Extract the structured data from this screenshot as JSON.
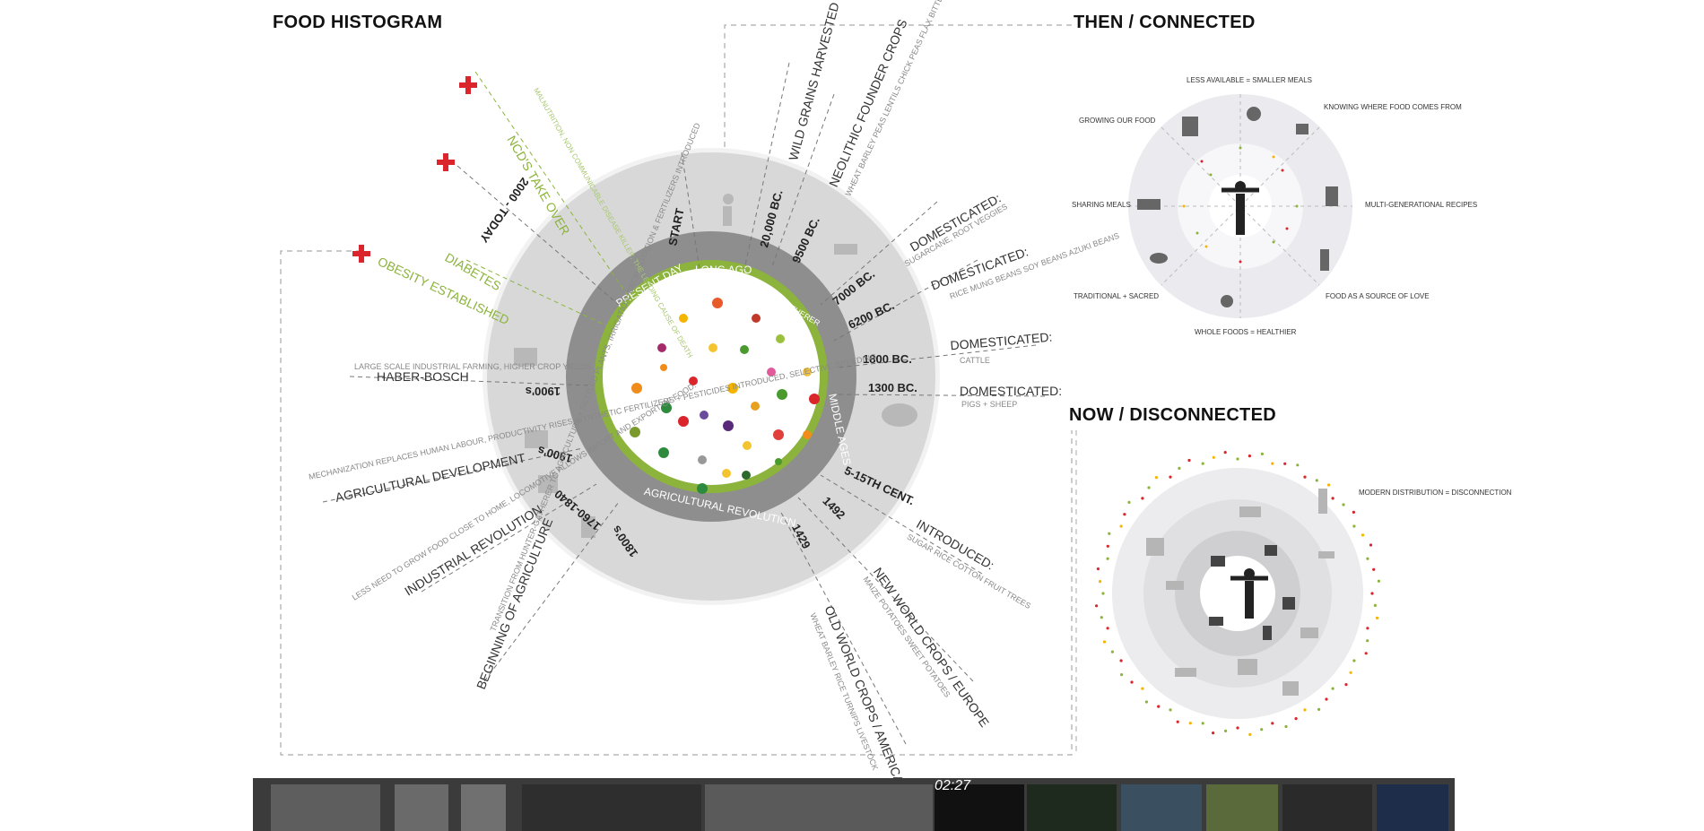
{
  "titles": {
    "histogram": "FOOD HISTOGRAM",
    "then": "THEN / CONNECTED",
    "now": "NOW / DISCONNECTED"
  },
  "ring_labels": {
    "present_day": "PRESENT DAY",
    "long_ago": "LONG AGO",
    "middle_ages": "MIDDLE AGES",
    "agricultural_revolution": "AGRICULTURAL REVOLUTION",
    "hunter_gatherer": "HUNTER GATHERER"
  },
  "timeline": {
    "start": "START",
    "d20000": "20,000 BC.",
    "d9500": "9500 BC.",
    "d7000": "7000 BC.",
    "d6200": "6200 BC.",
    "d1800bc": "1800 BC.",
    "d1300bc": "1300 BC.",
    "d5_15": "5-15TH CENT.",
    "d1492": "1492",
    "d1429": "1429",
    "d1800s": "1800's",
    "d1760": "1760-1840",
    "d1900s": "1900's",
    "d1900s_b": "1900's",
    "d2000": "2000 - TODAY"
  },
  "events": {
    "wild_grains": "WILD GRAINS HARVESTED",
    "neolithic": "NEOLITHIC FOUNDER CROPS",
    "neolithic_list": "WHEAT BARLEY PEAS LENTILS CHICK PEAS FLAX BITTER VETCH",
    "dom1": "DOMESTICATED:",
    "dom1_list": "SUGARCANE, ROOT VEGGIES",
    "dom2": "DOMESTICATED:",
    "dom2_list": "RICE MUNG BEANS SOY BEANS AZUKI BEANS",
    "dom3": "DOMESTICATED:",
    "dom3_list": "CATTLE",
    "dom4": "DOMESTICATED:",
    "dom4_list": "PIGS + SHEEP",
    "introduced": "INTRODUCED:",
    "introduced_list": "SUGAR RICE COTTON FRUIT TREES",
    "new_world": "NEW WORLD CROPS / EUROPE",
    "new_world_list": "MAIZE POTATOES SWEET POTATOES",
    "old_world": "OLD WORLD CROPS / AMERICAS",
    "old_world_list": "WHEAT BARLEY RICE TURNIPS LIVESTOCK",
    "beginning_agri": "BEGINNING OF AGRICULTURE",
    "beginning_agri_text": "TRANSITION FROM HUNTER-GATHERER TO AGRICULTURE + SETTLED PLANTS, IRRIGATION, CROP ROTATION & FERTILIZERS INTRODUCED",
    "industrial": "INDUSTRIAL REVOLUTION",
    "industrial_text": "LESS NEED TO GROW FOOD CLOSE TO HOME, LOCOMOTIVE ALLOWS IMPORT AND EXPORT OF FOOD.",
    "agri_dev": "AGRICULTURAL DEVELOPMENT",
    "agri_dev_text": "MECHANIZATION REPLACES HUMAN LABOUR, PRODUCTIVITY RISES, SYNTHETIC FERTILIZERS + PESTICIDES INTRODUCED, SELECTIVE BREEDING",
    "haber": "HABER-BOSCH",
    "haber_text": "LARGE SCALE INDUSTRIAL FARMING, HIGHER CROP YIELDS",
    "obesity": "OBESITY ESTABLISHED",
    "diabetes": "DIABETES",
    "ncd": "NCD'S TAKE OVER",
    "ncd_text": "MALNUTRITION, NON COMMUNICABLE DISEASE KILLER, THE LEADING CAUSE OF DEATH"
  },
  "then_labels": {
    "less_available": "LESS AVAILABLE = SMALLER MEALS",
    "knowing": "KNOWING WHERE FOOD COMES FROM",
    "growing": "GROWING OUR FOOD",
    "sharing": "SHARING MEALS",
    "multi": "MULTI-GENERATIONAL RECIPES",
    "traditional": "TRADITIONAL + SACRED",
    "love": "FOOD AS A SOURCE OF LOVE",
    "whole": "WHOLE FOODS = HEALTHIER"
  },
  "now_labels": {
    "modern": "MODERN DISTRIBUTION = DISCONNECTION"
  },
  "player": {
    "time": "02:27"
  },
  "colors": {
    "accent_green": "#8cb43c",
    "alert_red": "#d9252b",
    "ring_dark": "#8c8c8c",
    "ring_light": "#d9d9d9",
    "ring_outer": "#f0f0f0"
  }
}
